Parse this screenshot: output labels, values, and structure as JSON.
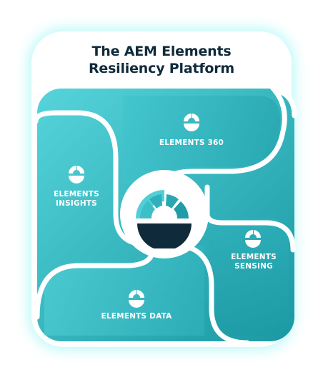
{
  "title": {
    "line1": "The AEM Elements",
    "line2": "Resiliency Platform"
  },
  "segments": {
    "elements_360": {
      "label": "ELEMENTS 360"
    },
    "elements_insights": {
      "line1": "ELEMENTS",
      "line2": "INSIGHTS"
    },
    "elements_sensing": {
      "line1": "ELEMENTS",
      "line2": "SENSING"
    },
    "elements_data": {
      "label": "ELEMENTS DATA"
    }
  },
  "icons": {
    "segment_icon": "gauge-icon",
    "center_icon": "platform-gauge-icon"
  },
  "colors": {
    "teal_light": "#4fcfd6",
    "teal_dark": "#1e9ea8",
    "navy": "#0f2a3a",
    "card_glow": "#7ff3f5"
  }
}
